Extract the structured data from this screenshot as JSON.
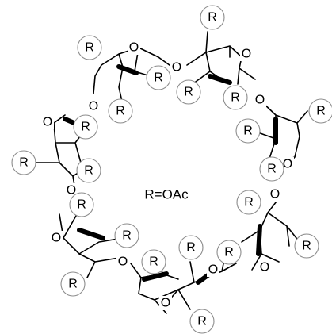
{
  "center_label": "R=OAc",
  "r_label": "R",
  "o_label": "O",
  "colors": {
    "ink": "#000000",
    "circle_stroke": "#8c8c8c",
    "background": "#ffffff"
  }
}
